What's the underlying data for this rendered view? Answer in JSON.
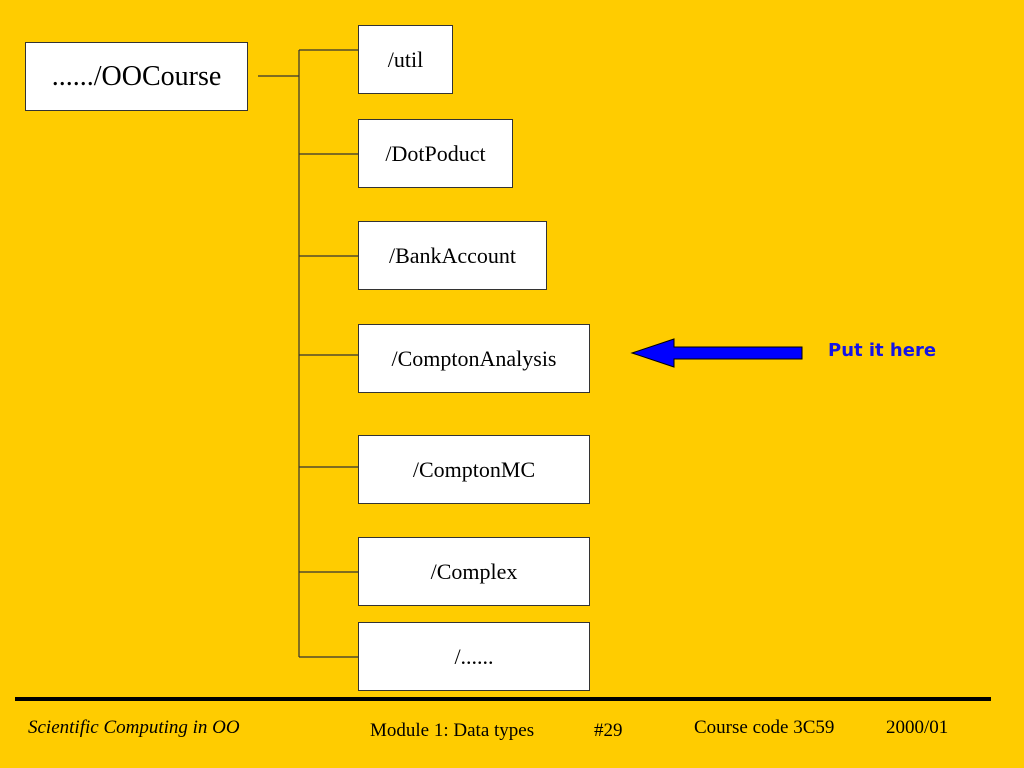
{
  "diagram": {
    "root": {
      "label": "....../OOCourse"
    },
    "children": [
      {
        "label": "/util"
      },
      {
        "label": "/DotPoduct"
      },
      {
        "label": "/BankAccount"
      },
      {
        "label": "/ComptonAnalysis"
      },
      {
        "label": "/ComptonMC"
      },
      {
        "label": "/Complex"
      },
      {
        "label": "/......"
      }
    ],
    "annotation": {
      "text": "Put it here",
      "points_to": "/ComptonAnalysis",
      "arrow_color": "#0000FF"
    }
  },
  "footer": {
    "course_title": "Scientific Computing in OO",
    "module": "Module 1: Data types",
    "slide_number": "#29",
    "course_code": "Course code 3C59",
    "year": "2000/01"
  },
  "colors": {
    "background": "#FFCC00",
    "box_fill": "#FFFFFF",
    "connector": "#333333",
    "annotation_text": "#1414E6"
  }
}
